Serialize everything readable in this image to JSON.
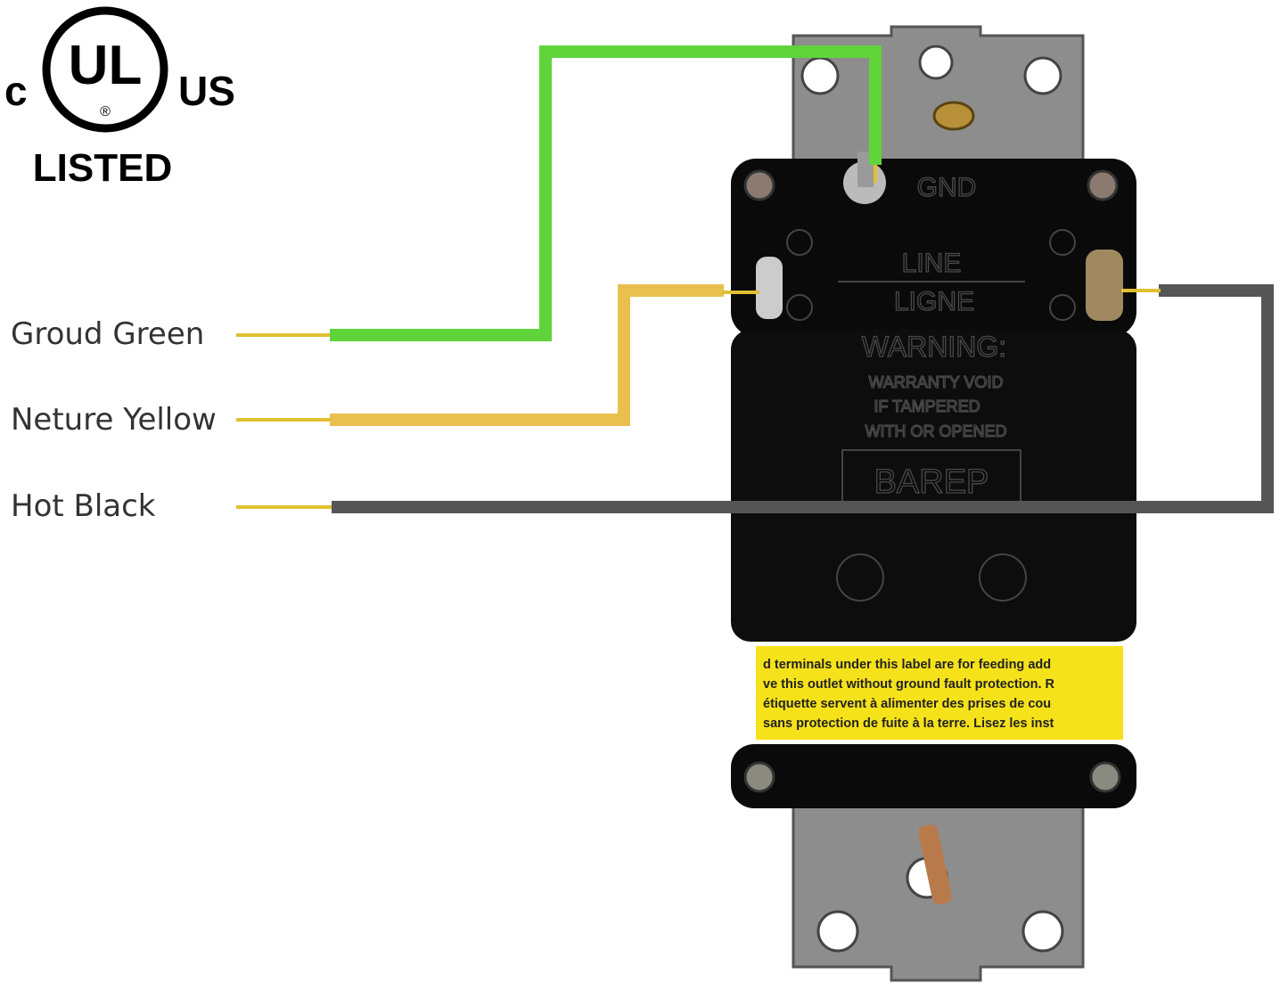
{
  "logo": {
    "left": "c",
    "center": "UL",
    "registered": "®",
    "right": "US",
    "bottom": "LISTED"
  },
  "wires": [
    {
      "label": "Groud Green",
      "color": "#5fd43a"
    },
    {
      "label": "Neture Yellow",
      "color": "#e9c04e"
    },
    {
      "label": "Hot Black",
      "color": "#555555"
    }
  ],
  "outlet": {
    "gnd": "GND",
    "line": "LINE",
    "ligne": "LIGNE",
    "warning": "WARNING:",
    "warning_lines": [
      "WARRANTY VOID",
      "IF TAMPERED",
      "WITH OR OPENED"
    ],
    "brand": "BAREP",
    "label_lines": [
      "d terminals under this label are for feeding add",
      "ve this outlet without ground fault protection. R",
      "étiquette  servent à alimenter  des prises de cou",
      "sans protection de fuite à la terre. Lisez les inst"
    ]
  }
}
